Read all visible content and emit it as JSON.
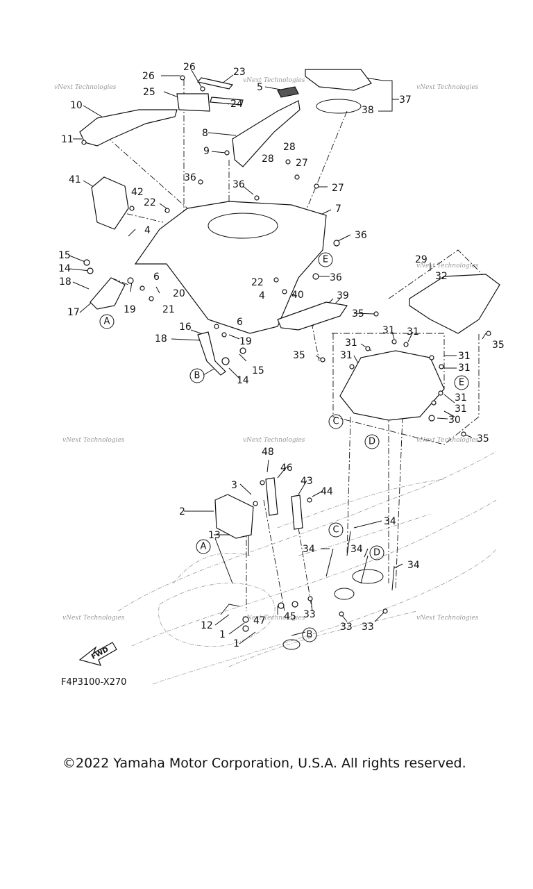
{
  "diagram": {
    "code": "F4P3100-X270",
    "copyright": "©2022 Yamaha Motor Corporation, U.S.A. All rights reserved.",
    "watermark": "vNext Technologies",
    "fwd_label": "FWD",
    "circle_refs": [
      "A",
      "B",
      "C",
      "D",
      "E"
    ],
    "part_numbers": [
      "1",
      "2",
      "3",
      "4",
      "5",
      "6",
      "7",
      "8",
      "9",
      "10",
      "11",
      "12",
      "13",
      "14",
      "15",
      "16",
      "17",
      "18",
      "19",
      "20",
      "21",
      "22",
      "23",
      "24",
      "25",
      "26",
      "27",
      "28",
      "29",
      "30",
      "31",
      "32",
      "33",
      "34",
      "35",
      "36",
      "37",
      "38",
      "39",
      "40",
      "41",
      "42",
      "43",
      "44",
      "45",
      "46",
      "47",
      "48"
    ]
  }
}
